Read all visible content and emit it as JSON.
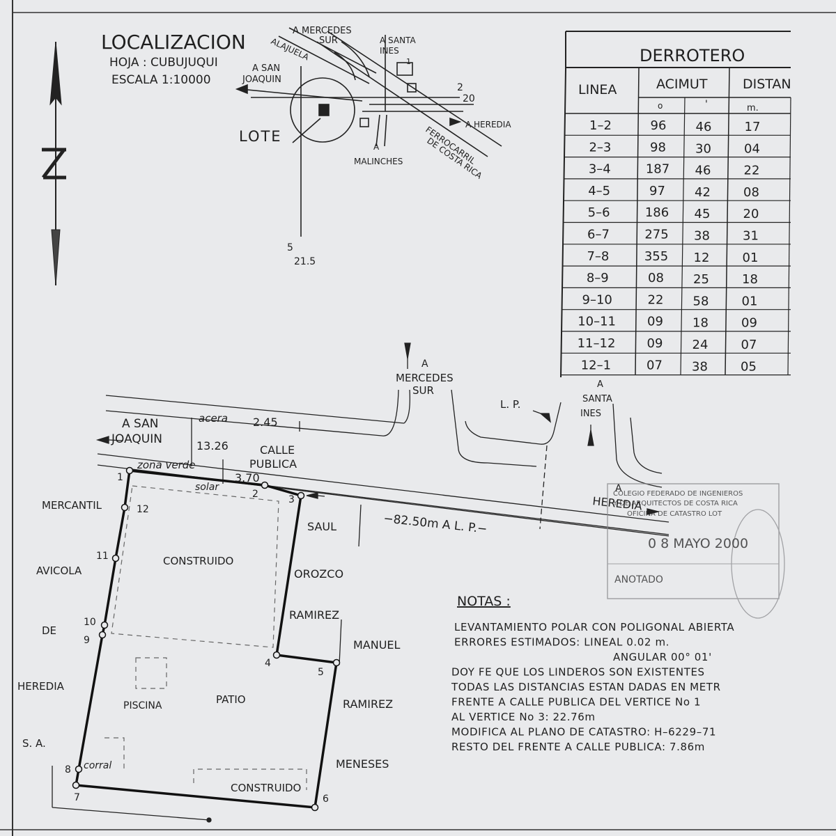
{
  "location": {
    "title": "LOCALIZACION",
    "sheet": "HOJA : CUBUJUQUI",
    "scale": "ESCALA  1:10000",
    "lot_label": "LOTE",
    "places": {
      "mercedes": "A MERCEDES",
      "mercedes_2": "SUR",
      "santa_ines": "A SANTA",
      "santa_ines_2": "INES",
      "alajuela": "ALAJUELA",
      "san_joaquin": "A SAN",
      "san_joaquin_2": "JOAQUIN",
      "heredia": "A HEREDIA",
      "malinches": "MALINCHES",
      "malinches_a": "A",
      "ferro_1": "FERROCARRIL",
      "ferro_2": "DE COSTA RICA"
    },
    "grid_e": "2",
    "grid_e2": "20",
    "grid_n": "5",
    "grid_n2": "21.5",
    "grid_1": "1"
  },
  "table": {
    "title": "DERROTERO",
    "headers": {
      "line": "LINEA",
      "azimuth": "ACIMUT",
      "distance": "DISTAN"
    },
    "subheaders": {
      "deg": "o",
      "min": "'",
      "unit": "m."
    },
    "rows": [
      {
        "line": "1–2",
        "deg": "96",
        "min": "46",
        "dist": "17"
      },
      {
        "line": "2–3",
        "deg": "98",
        "min": "30",
        "dist": "04"
      },
      {
        "line": "3–4",
        "deg": "187",
        "min": "46",
        "dist": "22"
      },
      {
        "line": "4–5",
        "deg": "97",
        "min": "42",
        "dist": "08"
      },
      {
        "line": "5–6",
        "deg": "186",
        "min": "45",
        "dist": "20"
      },
      {
        "line": "6–7",
        "deg": "275",
        "min": "38",
        "dist": "31"
      },
      {
        "line": "7–8",
        "deg": "355",
        "min": "12",
        "dist": "01"
      },
      {
        "line": "8–9",
        "deg": "08",
        "min": "25",
        "dist": "18"
      },
      {
        "line": "9–10",
        "deg": "22",
        "min": "58",
        "dist": "01"
      },
      {
        "line": "10–11",
        "deg": "09",
        "min": "18",
        "dist": "09"
      },
      {
        "line": "11–12",
        "deg": "09",
        "min": "24",
        "dist": "07"
      },
      {
        "line": "12–1",
        "deg": "07",
        "min": "38",
        "dist": "05"
      }
    ]
  },
  "plan": {
    "a_mercedes": "A",
    "mercedes": "MERCEDES",
    "sur": "SUR",
    "a_santa": "A",
    "santa": "SANTA",
    "ines": "INES",
    "lp": "L. P.",
    "a_san": "A SAN",
    "joaquin": "JOAQUIN",
    "acera": "acera",
    "acera_w": "2.45",
    "calle_w": "13.26",
    "calle": "CALLE",
    "publica": "PUBLICA",
    "zona_verde": "zona verde",
    "zona_w": "3.70",
    "solar": "solar",
    "a_heredia": "A",
    "heredia": "HEREDIA",
    "dist_lp": "−82.50m A L. P.−",
    "construido": "CONSTRUIDO",
    "construido2": "CONSTRUIDO",
    "patio": "PATIO",
    "piscina": "PISCINA",
    "corral": "corral",
    "neighbors": {
      "w1": "MERCANTIL",
      "w2": "AVICOLA",
      "w3": "DE",
      "w4": "HEREDIA",
      "w5": "S. A.",
      "e1": "SAUL",
      "e2": "OROZCO",
      "e3": "RAMIREZ",
      "e4": "MANUEL",
      "e5": "RAMIREZ",
      "e6": "MENESES"
    },
    "vertices": [
      "1",
      "2",
      "3",
      "4",
      "5",
      "6",
      "7",
      "8",
      "9",
      "10",
      "11",
      "12"
    ]
  },
  "notes": {
    "title": "NOTAS  :",
    "lines": [
      "LEVANTAMIENTO POLAR CON POLIGONAL ABIERTA",
      "ERRORES ESTIMADOS:  LINEAL 0.02 m.",
      "ANGULAR 00° 01'",
      "DOY FE QUE LOS LINDEROS SON EXISTENTES",
      "TODAS LAS DISTANCIAS ESTAN DADAS EN METR",
      "FRENTE A CALLE PUBLICA DEL VERTICE No 1",
      "AL VERTICE No 3: 22.76m",
      "MODIFICA AL PLANO DE CATASTRO: H–6229–71",
      "RESTO DEL FRENTE A CALLE PUBLICA: 7.86m"
    ]
  },
  "stamp": {
    "line1": "COLEGIO FEDERADO DE INGENIEROS",
    "line2": "Y DE ARQUITECTOS DE COSTA RICA",
    "line3": "OFICINA DE CATASTRO LOT",
    "date": "0 8  MAYO  2000",
    "annotated": "ANOTADO"
  },
  "colors": {
    "paper": "#e9eaec",
    "ink": "#1f1f1f",
    "stamp": "#8a8a8e"
  }
}
